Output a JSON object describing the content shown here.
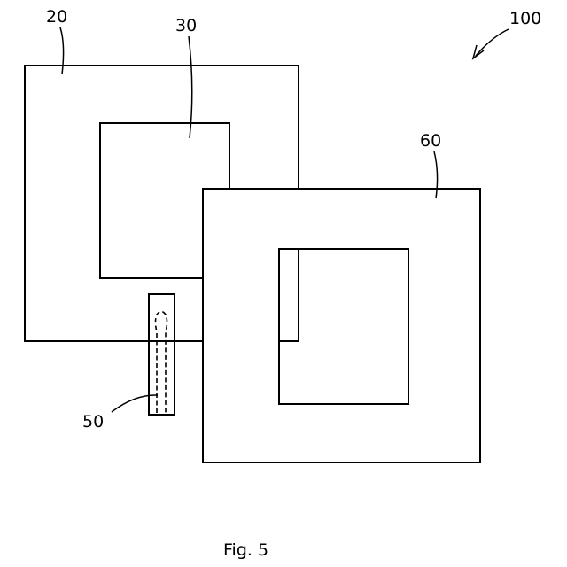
{
  "figure": {
    "caption": "Fig. 5",
    "labels": {
      "device": "100",
      "outer_frame_left": "20",
      "inner_window_left": "30",
      "connector": "50",
      "outer_frame_right": "60"
    }
  },
  "colors": {
    "line": "#000000",
    "background": "#ffffff"
  }
}
